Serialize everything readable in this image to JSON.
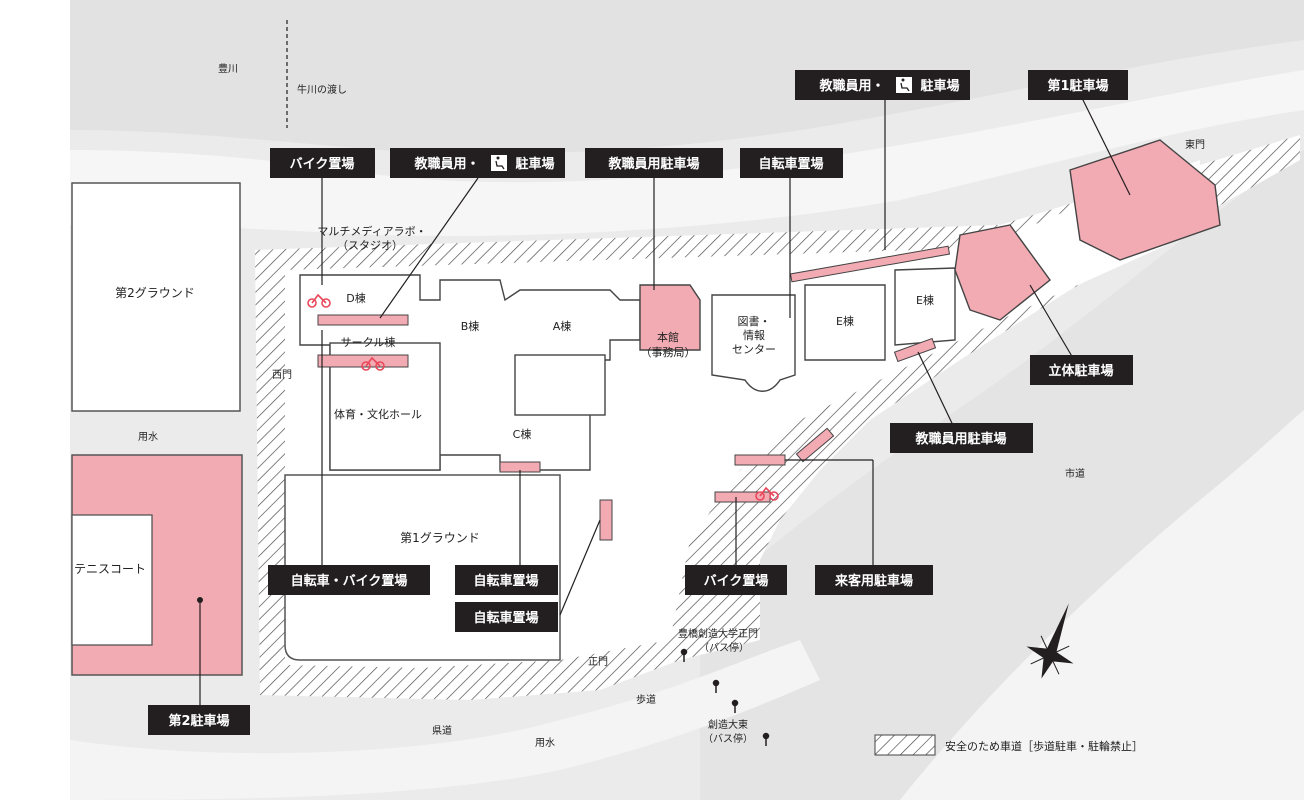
{
  "colors": {
    "road": "#e6e6e6",
    "river": "#efefef",
    "building_fill": "#ffffff",
    "parking_pink": "#f2aab3",
    "label_box": "#231f20",
    "hatch": "#333333",
    "bike_icon": "#e8485a"
  },
  "callouts": {
    "bike_parking_nw": "バイク置場",
    "staff_parking_accessible_a": "教職員用・",
    "staff_parking_accessible_a2": "駐車場",
    "staff_parking_a": "教職員用駐車場",
    "bicycle_parking_ne": "自転車置場",
    "staff_parking_accessible_b": "教職員用・",
    "staff_parking_accessible_b2": "駐車場",
    "parking_1": "第1駐車場",
    "multistory_parking": "立体駐車場",
    "staff_parking_b": "教職員用駐車場",
    "bicycle_bike_parking": "自転車・バイク置場",
    "bicycle_parking_a": "自転車置場",
    "bicycle_parking_b": "自転車置場",
    "bike_parking_s": "バイク置場",
    "visitor_parking": "来客用駐車場",
    "parking_2": "第2駐車場"
  },
  "places": {
    "river": "豊川",
    "ferry": "牛川の渡し",
    "ground_2": "第2グラウンド",
    "ground_1": "第1グラウンド",
    "tennis": "テニスコート",
    "gym": "体育・文化ホール",
    "multimedia": "マルチメディアラボ・",
    "studio": "（スタジオ）",
    "bldg_d": "D棟",
    "bldg_b": "B棟",
    "bldg_a": "A棟",
    "bldg_c": "C棟",
    "bldg_e1": "E棟",
    "bldg_e2": "E棟",
    "circle": "サークル棟",
    "honkan": "本館",
    "office": "（事務局）",
    "library_1": "図書・",
    "library_2": "情報",
    "library_3": "センター",
    "west_gate": "西門",
    "east_gate": "東門",
    "main_gate": "正門",
    "irrigation_1": "用水",
    "irrigation_2": "用水",
    "city_road": "市道",
    "pref_road": "県道",
    "sidewalk": "歩道",
    "bus_stop_1a": "豊橋創造大学正門",
    "bus_stop_1b": "（バス停）",
    "bus_stop_2a": "創造大東",
    "bus_stop_2b": "（バス停）"
  },
  "legend": {
    "label": "安全のため車道［歩道駐車・駐輪禁止］"
  },
  "icons": [
    "accessible-icon",
    "bicycle-icon",
    "bus-stop-icon",
    "compass-icon",
    "hatch-legend-icon"
  ]
}
